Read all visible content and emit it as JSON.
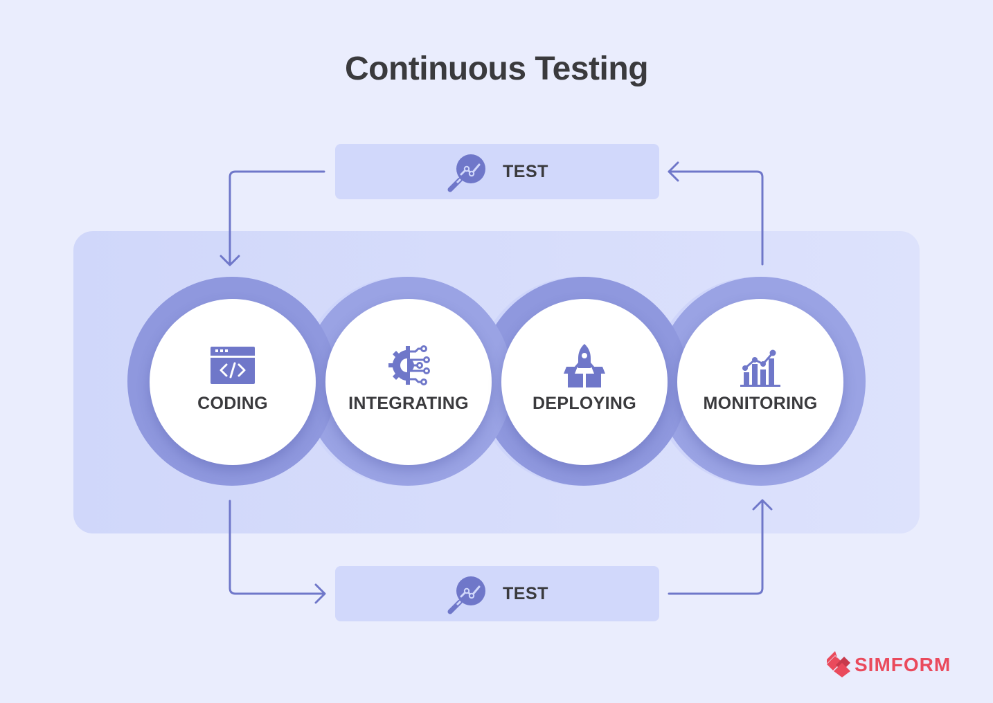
{
  "title": "Continuous Testing",
  "test_top": {
    "label": "TEST",
    "icon": "magnifier-chart-icon"
  },
  "test_bottom": {
    "label": "TEST",
    "icon": "magnifier-chart-icon"
  },
  "stages": [
    {
      "label": "CODING",
      "icon": "code-window-icon"
    },
    {
      "label": "INTEGRATING",
      "icon": "gear-circuit-icon"
    },
    {
      "label": "DEPLOYING",
      "icon": "rocket-box-icon"
    },
    {
      "label": "MONITORING",
      "icon": "bar-chart-trend-icon"
    }
  ],
  "brand": {
    "name": "SIMFORM",
    "color": "#ea4a5c"
  },
  "colors": {
    "background": "#eaedfd",
    "panel": "#d0d7fa",
    "test_box": "#d1d8fb",
    "ring": "#8f98de",
    "icon": "#6f77c9",
    "connector": "#6f77c9"
  }
}
